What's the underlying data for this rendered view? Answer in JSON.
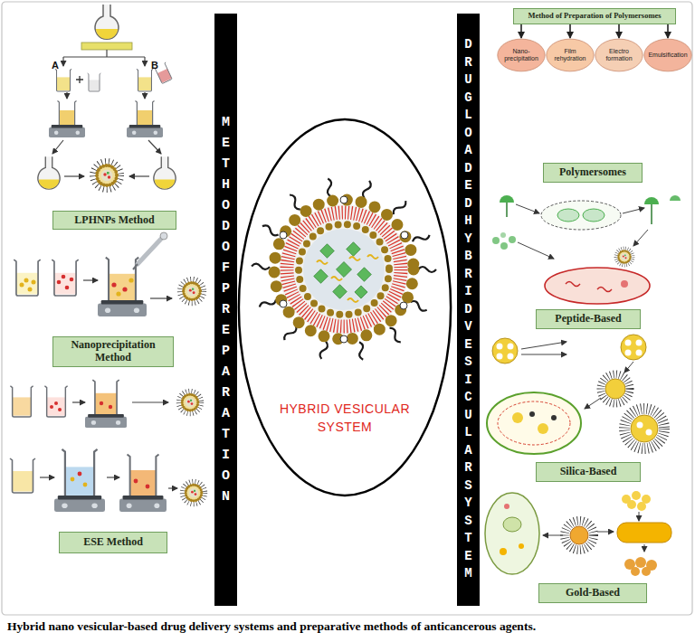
{
  "diagram": {
    "caption": "Hybrid nano vesicular-based drug delivery systems and preparative methods of anticancerous agents.",
    "nodes": [
      {
        "text": [
          "LPHNPs Method"
        ]
      },
      {
        "text": [
          "Nanoprecipitation Method"
        ]
      },
      {
        "text": [
          "ESE Method"
        ]
      },
      {
        "text": [
          "METHODOFPREPARATION"
        ]
      },
      {
        "text": [
          "HYBRID VESICULAR SYSTEM"
        ]
      },
      {
        "text": [
          "DRUGLOADEDHYBRIDVESICULARSYSTEM"
        ]
      },
      {
        "text": [
          "Method of Preparation of Polymersomes"
        ]
      },
      {
        "text": [
          "Nano-precipitation"
        ]
      },
      {
        "text": [
          "Film rehydration"
        ]
      },
      {
        "text": [
          "Electro formation"
        ]
      },
      {
        "text": [
          "Emulsification"
        ]
      },
      {
        "text": [
          "Polymersomes"
        ]
      },
      {
        "text": [
          "Peptide-Based"
        ]
      },
      {
        "text": [
          "Silica-Based"
        ]
      },
      {
        "text": [
          "Gold-Based"
        ]
      }
    ],
    "edges": [
      {
        "from": 6,
        "to": 7,
        "arrow": "to"
      },
      {
        "from": 6,
        "to": 8,
        "arrow": "to"
      },
      {
        "from": 6,
        "to": 9,
        "arrow": "to"
      },
      {
        "from": 6,
        "to": 10,
        "arrow": "to"
      }
    ],
    "labels": [
      "A",
      "B"
    ]
  }
}
